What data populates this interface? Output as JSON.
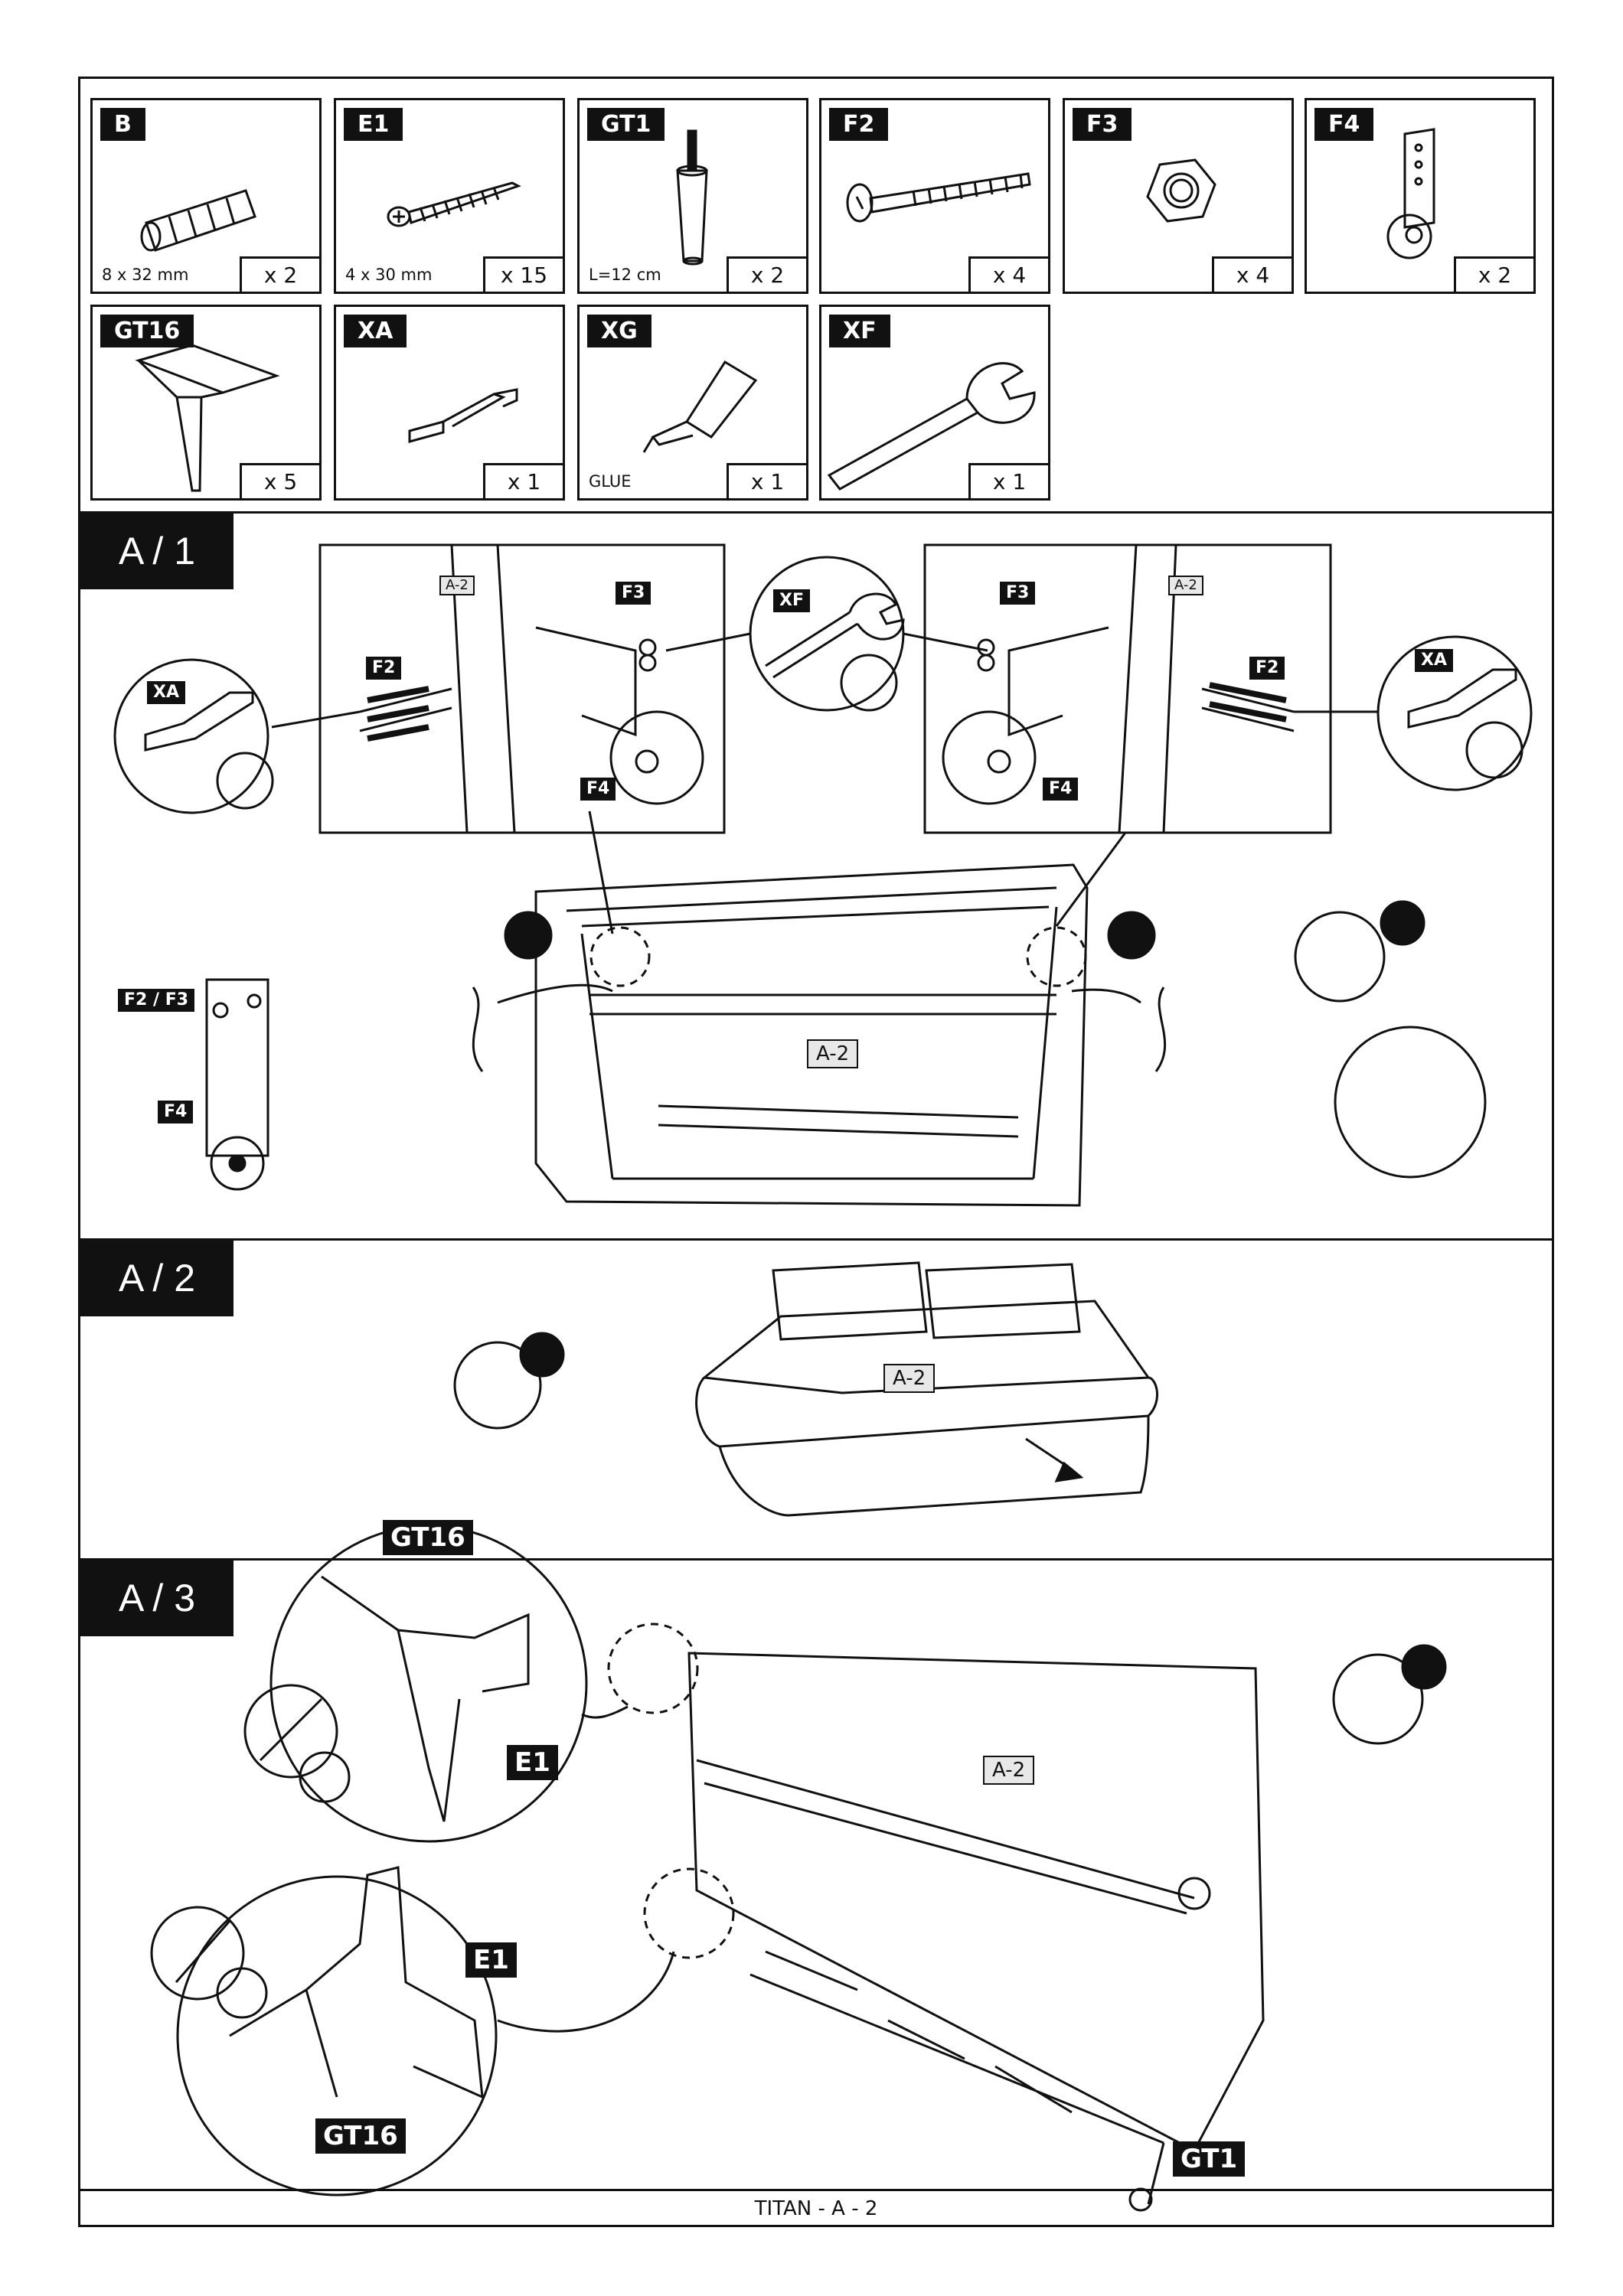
{
  "parts": [
    {
      "code": "B",
      "qty": "x 2",
      "note": "8 x 32 mm",
      "icon": "dowel-icon"
    },
    {
      "code": "E1",
      "qty": "x 15",
      "note": "4 x 30 mm",
      "icon": "screw-icon"
    },
    {
      "code": "GT1",
      "qty": "x 2",
      "note": "L=12 cm",
      "icon": "leg-icon"
    },
    {
      "code": "F2",
      "qty": "x 4",
      "note": "",
      "icon": "bolt-icon"
    },
    {
      "code": "F3",
      "qty": "x 4",
      "note": "",
      "icon": "nut-icon"
    },
    {
      "code": "F4",
      "qty": "x 2",
      "note": "",
      "icon": "castor-plate-icon"
    },
    {
      "code": "GT16",
      "qty": "x 5",
      "note": "",
      "icon": "metal-leg-icon"
    },
    {
      "code": "XA",
      "qty": "x 1",
      "note": "",
      "icon": "allen-key-icon"
    },
    {
      "code": "XG",
      "qty": "x 1",
      "note": "GLUE",
      "icon": "glue-tube-icon"
    },
    {
      "code": "XF",
      "qty": "x 1",
      "note": "",
      "icon": "wrench-icon"
    }
  ],
  "steps": {
    "a1": "A / 1",
    "a2": "A / 2",
    "a3": "A / 3"
  },
  "labels": {
    "f2": "F2",
    "f3": "F3",
    "f4": "F4",
    "xa": "XA",
    "xf": "XF",
    "f2f3": "F2 / F3",
    "a2": "A-2",
    "gt16": "GT16",
    "e1": "E1",
    "gt1": "GT1"
  },
  "footer": "TITAN - A - 2"
}
